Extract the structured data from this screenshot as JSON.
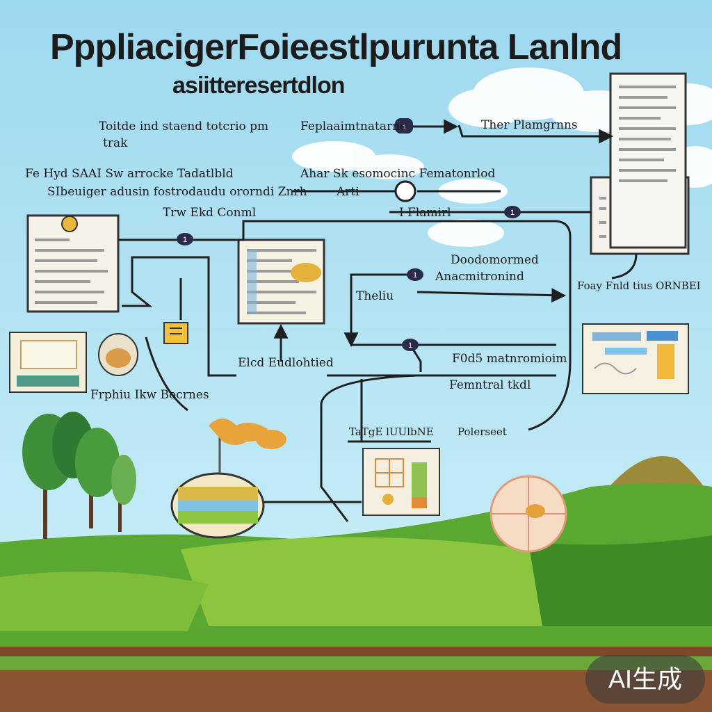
{
  "header": {
    "title": "PppliacigerFoieestlpurunta  Lanlnd",
    "subtitle": "asiitteresertdlon"
  },
  "labels": [
    "Toitde ind staend totcrio pm",
    "trak",
    "Feplaaimtnatarno",
    "Ther Plamgrnns",
    "Fe Hyd SAAI  Sw arrocke  Tadatlbld",
    "SIbeuiger adusin fostrodaudu ororndi Znrh",
    "Ahar Sk esomocinc Fematonrlod",
    "Arti",
    "Trw Ekd Conml",
    "I Flamirl",
    "Doodomormed",
    "Anacmitronind",
    "Theliu",
    "Foay Fnld tius ORNBEI",
    "Elcd Eudlohtied",
    "F0d5 matnromioim",
    "Femntral tkdl",
    "Frphiu Ikw Bocrnes",
    "TaTgE lUUlbNE",
    "Polerseet"
  ],
  "node_numbers": [
    "1",
    "1",
    "1",
    "1",
    "1"
  ],
  "watermark": "AI生成",
  "colors": {
    "sky": "#a6dcf1",
    "grass_light": "#8cc63f",
    "grass_dark": "#4c9a2a",
    "soil": "#7b4a2c",
    "ink": "#1f1f1f",
    "paper": "#f5f2ea"
  }
}
